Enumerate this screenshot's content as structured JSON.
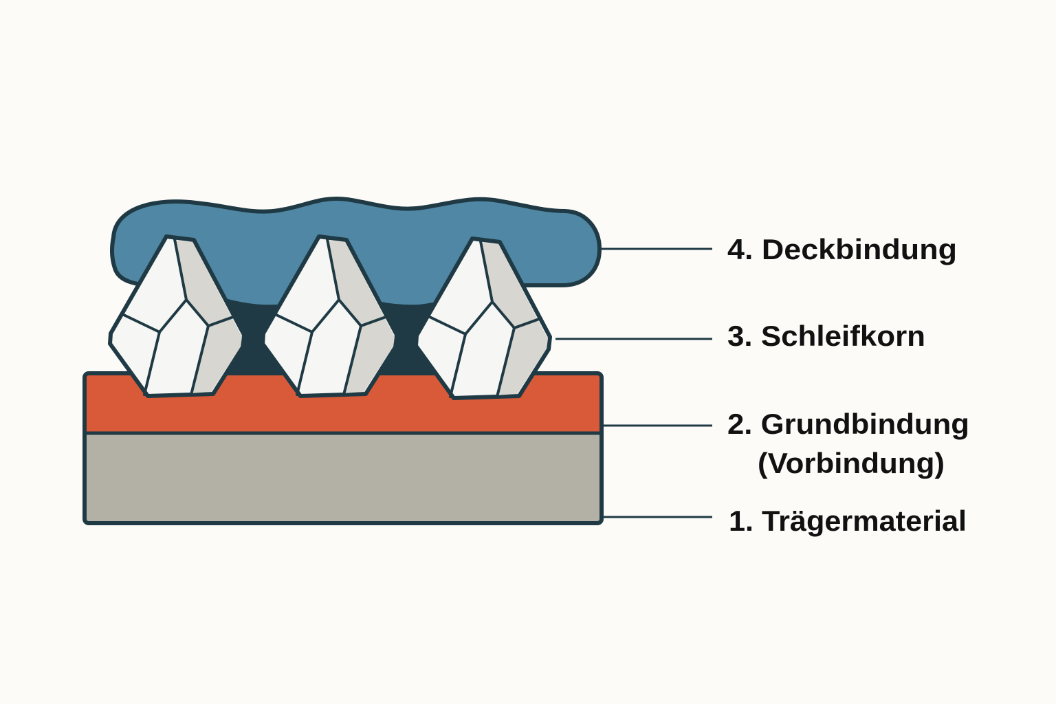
{
  "colors": {
    "background": "#fcfbf8",
    "outline": "#1f3a44",
    "deckbindung": "#4f87a4",
    "grundbindung": "#d85a38",
    "traegermaterial": "#b3b1a6",
    "grain_light": "#f6f6f4",
    "grain_shade": "#d7d6d0"
  },
  "labels": {
    "layer4": "4. Deckbindung",
    "layer3": "3. Schleifkorn",
    "layer2": "2. Grundbindung",
    "layer2_sub": "(Vorbindung)",
    "layer1": "1. Trägermaterial"
  }
}
